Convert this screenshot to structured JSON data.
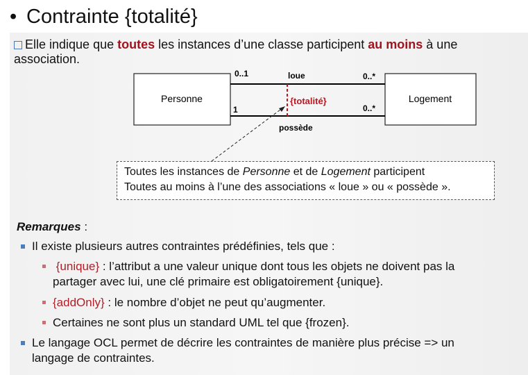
{
  "slide": {
    "title_bullet": "•",
    "title": "Contrainte {totalité}"
  },
  "intro": {
    "part1": "Elle indique que ",
    "bold1": "toutes",
    "part2": " les instances d’une classe participent ",
    "bold2": "au moins",
    "part3": " à une association."
  },
  "diagram": {
    "class_left": "Personne",
    "class_right": "Logement",
    "assoc_top": "loue",
    "assoc_bottom": "possède",
    "mult_top_left": "0..1",
    "mult_top_right": "0..*",
    "mult_bottom_left": "1",
    "mult_bottom_right": "0..*",
    "constraint": "{totalité}",
    "colors": {
      "constraint": "#c0141e",
      "line": "#000000"
    }
  },
  "note": {
    "line1_a": "Toutes les instances de ",
    "line1_em1": "Personne",
    "line1_b": " et de ",
    "line1_em2": "Logement",
    "line1_c": " participent",
    "line2": "Toutes au moins à l’une des associations « loue » ou « possède »."
  },
  "remarks": {
    "title": "Remarques",
    "colon": " :",
    "item1": "Il existe plusieurs autres contraintes prédéfinies, tels que :",
    "sub1_tag": "{unique}",
    "sub1_text": " : l’attribut a une valeur unique dont tous les objets ne doivent pas la",
    "sub1_text2": "partager avec lui, une clé primaire est obligatoirement {unique}.",
    "sub2_tag": "{addOnly}",
    "sub2_text": " : le nombre d’objet ne peut qu’augmenter.",
    "sub3_text": "Certaines ne sont plus un standard UML tel que {frozen}.",
    "item2_line1": "Le langage OCL permet de décrire les contraintes de manière plus précise => un",
    "item2_line2": "langage de contraintes."
  }
}
